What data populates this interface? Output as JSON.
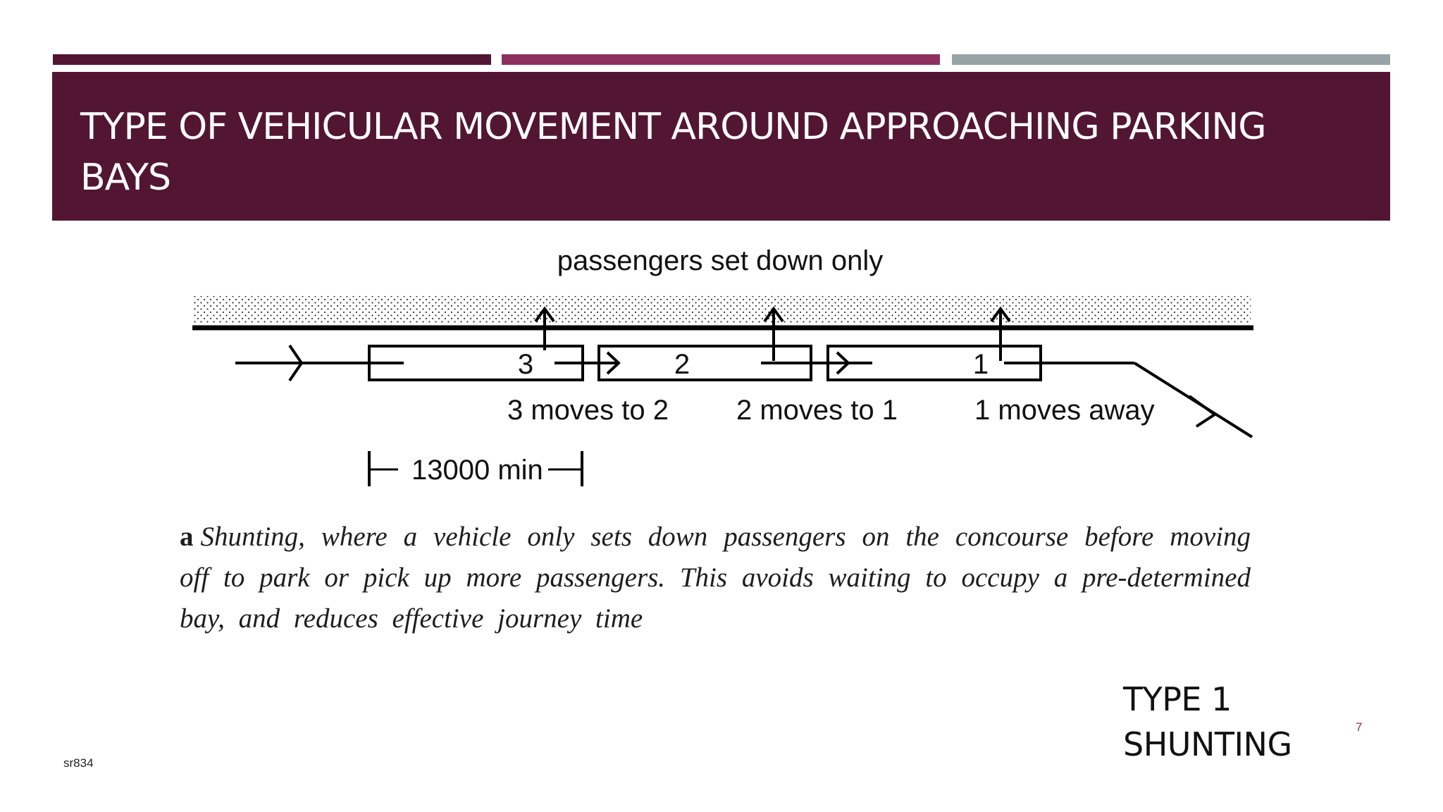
{
  "slide": {
    "title": "TYPE OF  VEHICULAR MOVEMENT AROUND APPROACHING PARKING BAYS",
    "type_label_line1": "TYPE 1",
    "type_label_line2": "SHUNTING",
    "page_number": "7",
    "footer": "sr834",
    "accent_colors": [
      "#521633",
      "#8d2f5f",
      "#98a3a6"
    ]
  },
  "diagram": {
    "top_label": "passengers set down only",
    "bay_numbers": [
      "3",
      "2",
      "1"
    ],
    "move_labels": [
      "3 moves to 2",
      "2 moves to 1",
      "1 moves away"
    ],
    "dimension_label": "13000 min",
    "caption_letter": "a",
    "caption_text": "Shunting, where a vehicle only sets down passengers on the concourse before moving off to park or pick up more passengers. This avoids waiting to occupy a pre-determined bay, and reduces effective journey time"
  }
}
